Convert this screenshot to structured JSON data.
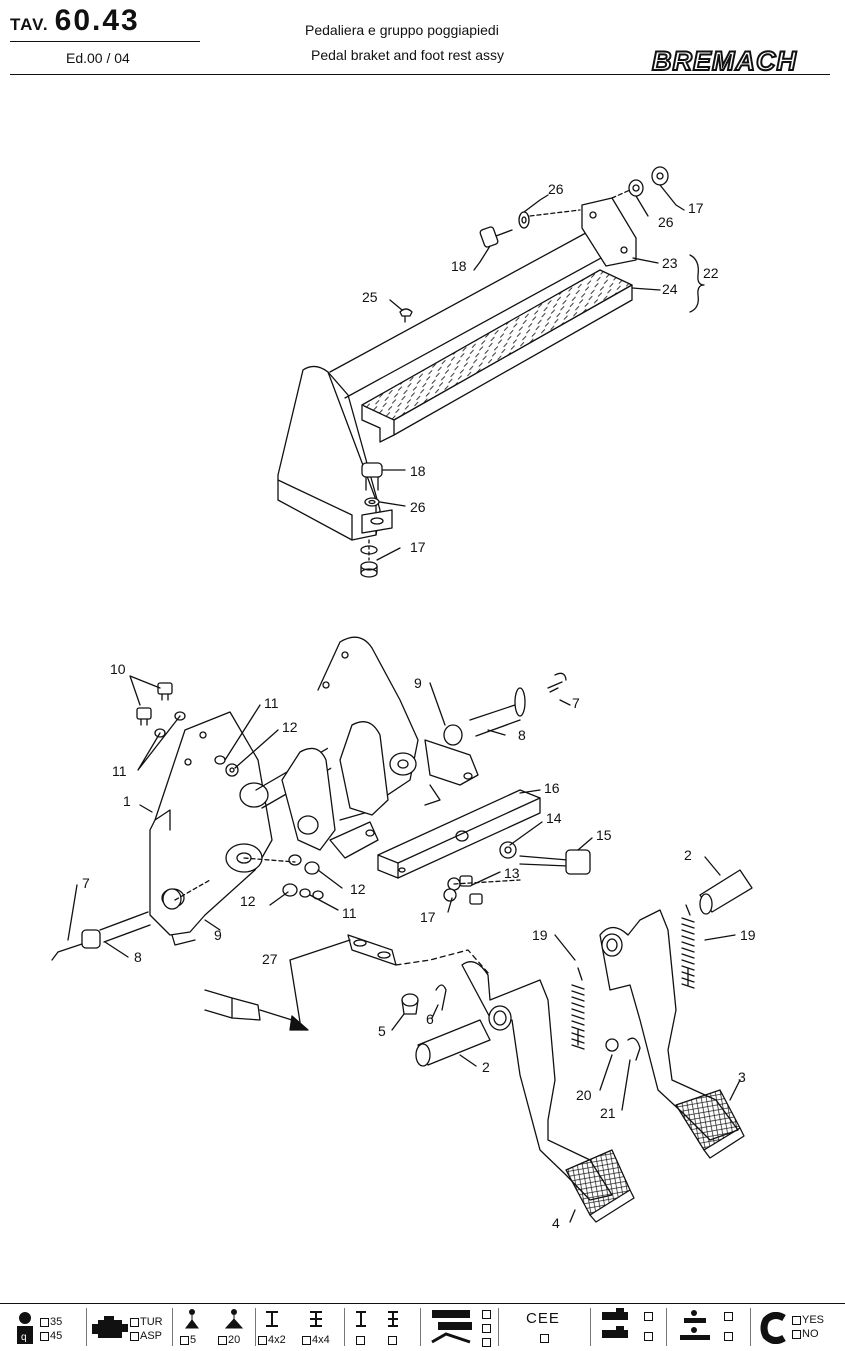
{
  "header": {
    "tav_label": "TAV.",
    "tav_number": "60.43",
    "edition": "Ed.00 / 04",
    "title_it": "Pedaliera e gruppo poggiapiedi",
    "title_en": "Pedal braket and foot rest assy",
    "brand": "BREMACH"
  },
  "callouts": {
    "c26a": "26",
    "c17a": "17",
    "c26b": "26",
    "c18a": "18",
    "c23": "23",
    "c22": "22",
    "c24": "24",
    "c25": "25",
    "c18b": "18",
    "c26c": "26",
    "c17b": "17",
    "c10": "10",
    "c11a": "11",
    "c12a": "12",
    "c11b": "11",
    "c1": "1",
    "c9a": "9",
    "c7a": "7",
    "c8a": "8",
    "c16": "16",
    "c14": "14",
    "c15": "15",
    "c13": "13",
    "c12b": "12",
    "c12c": "12",
    "c11c": "11",
    "c17c": "17",
    "c9b": "9",
    "c7b": "7",
    "c8b": "8",
    "c27": "27",
    "c5": "5",
    "c6": "6",
    "c2a": "2",
    "c19a": "19",
    "c19b": "19",
    "c2b": "2",
    "c3": "3",
    "c20": "20",
    "c21": "21",
    "c4": "4"
  },
  "footer": {
    "opt_35": "35",
    "opt_45": "45",
    "opt_tur": "TUR",
    "opt_asp": "ASP",
    "opt_5": "5",
    "opt_20": "20",
    "opt_4x2": "4x2",
    "opt_4x4": "4x4",
    "cee": "CEE",
    "opt_yes": "YES",
    "opt_no": "NO"
  }
}
